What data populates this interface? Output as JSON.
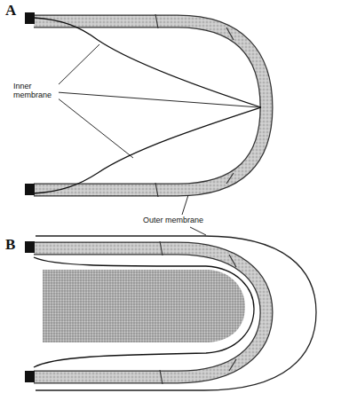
{
  "diagram": {
    "labels": [
      "A",
      "Inner membrane",
      "Outer membrane",
      "B"
    ]
  }
}
